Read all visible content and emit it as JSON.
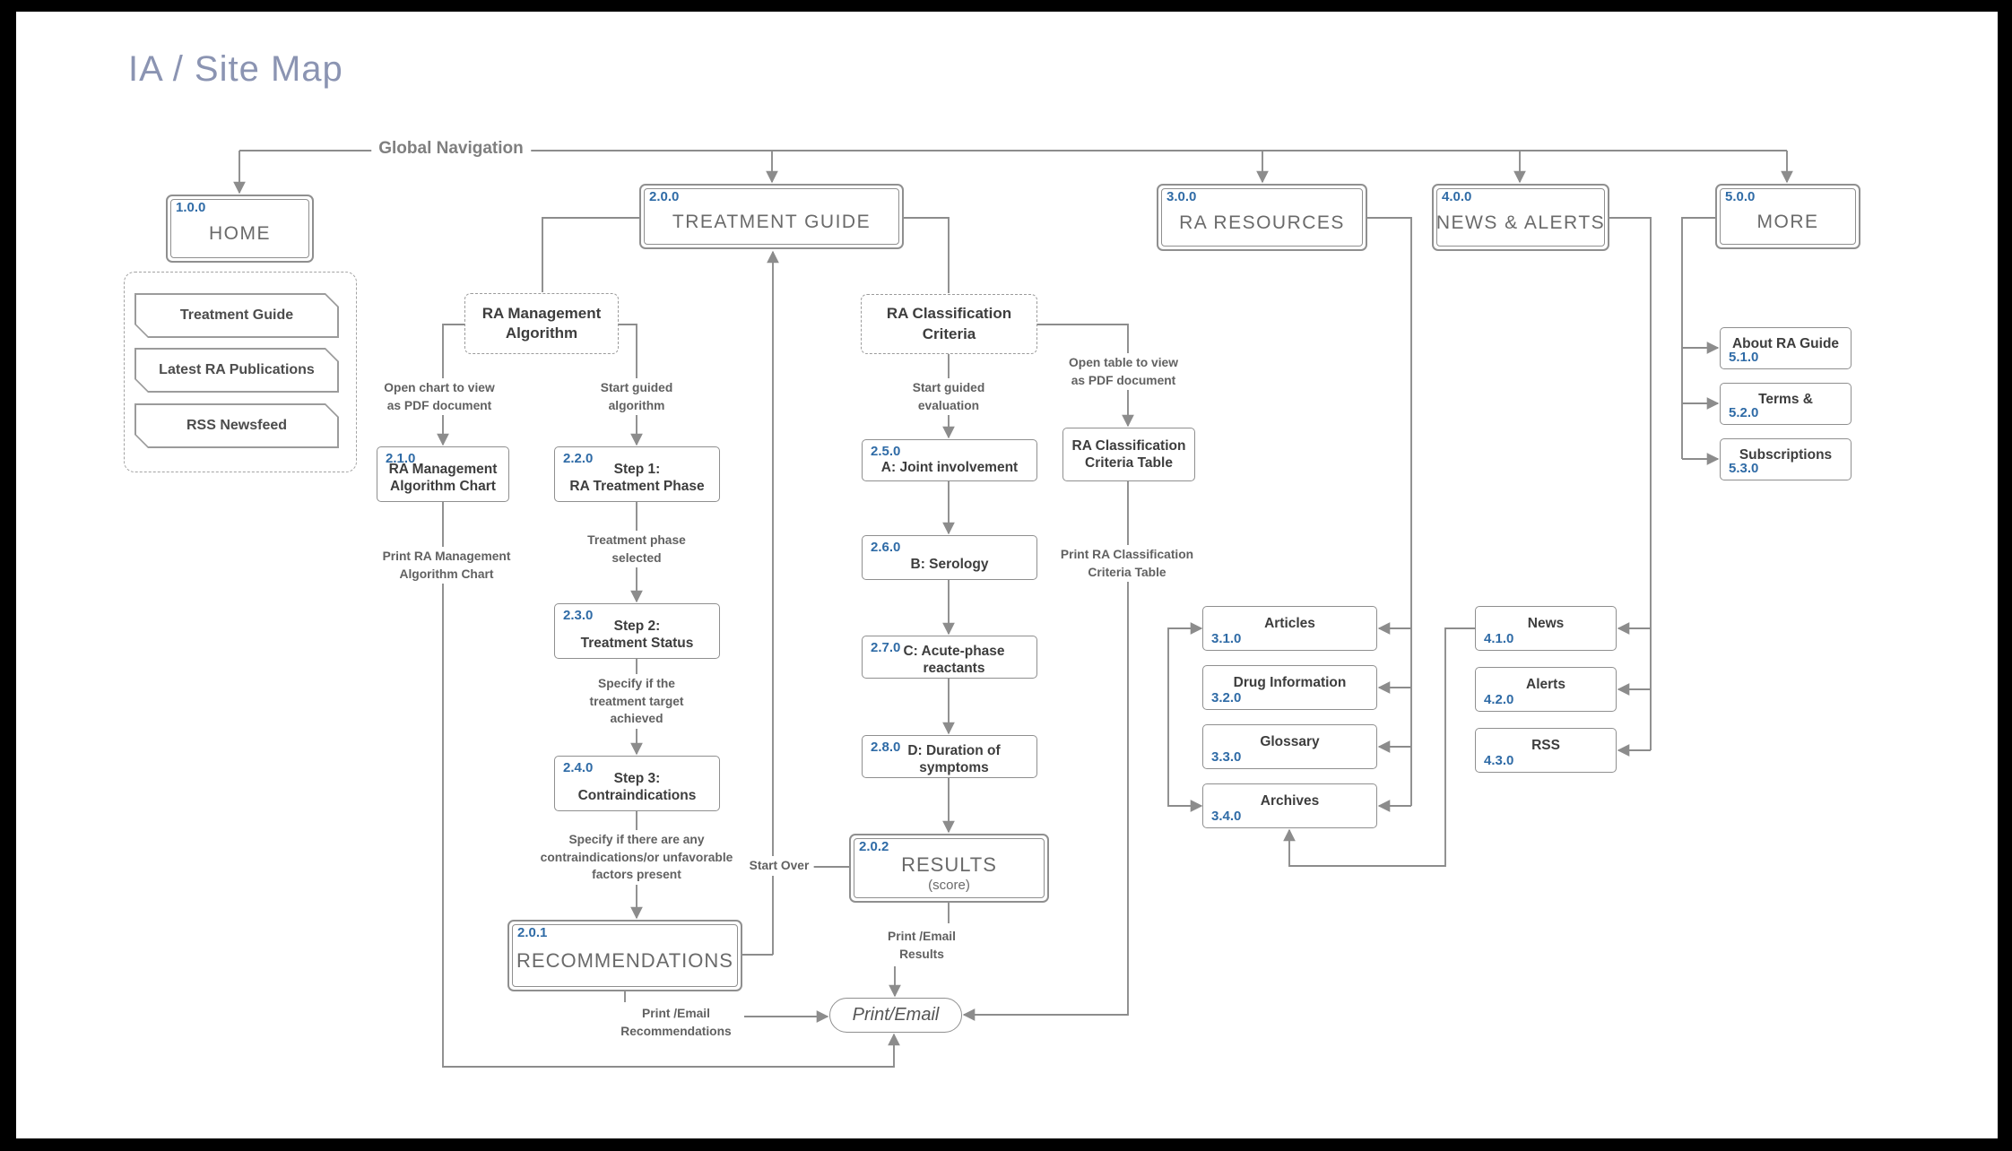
{
  "title": "IA / Site Map",
  "global_nav": "Global Navigation",
  "colors": {
    "accent_number_blue": "#2f6ba6",
    "line_gray": "#8c8c8c",
    "title_slate": "#8b94b2",
    "frame_black": "#000000"
  },
  "main_sections": {
    "home": {
      "num": "1.0.0",
      "label": "HOME"
    },
    "treatment_guide": {
      "num": "2.0.0",
      "label": "TREATMENT GUIDE"
    },
    "ra_resources": {
      "num": "3.0.0",
      "label": "RA RESOURCES"
    },
    "news_alerts": {
      "num": "4.0.0",
      "label": "NEWS & ALERTS"
    },
    "more": {
      "num": "5.0.0",
      "label": "MORE"
    }
  },
  "home_links": {
    "treatment_guide": "Treatment Guide",
    "latest_publications": "Latest RA Publications",
    "rss_newsfeed": "RSS Newsfeed"
  },
  "groups": {
    "ra_mgmt_algo": "RA Management\nAlgorithm",
    "ra_class_criteria": "RA  Classification\nCriteria"
  },
  "pages": {
    "p210": {
      "num": "2.1.0",
      "label": "RA Management\nAlgorithm Chart"
    },
    "p220": {
      "num": "2.2.0",
      "label": "Step 1:\nRA Treatment Phase"
    },
    "p230": {
      "num": "2.3.0",
      "label": "Step 2:\nTreatment Status"
    },
    "p240": {
      "num": "2.4.0",
      "label": "Step 3:\nContraindications"
    },
    "p201": {
      "num": "2.0.1",
      "label": "RECOMMENDATIONS"
    },
    "p250": {
      "num": "2.5.0",
      "label": "A: Joint involvement"
    },
    "p260": {
      "num": "2.6.0",
      "label": "B: Serology"
    },
    "p270": {
      "num": "2.7.0",
      "label": "C: Acute-phase\nreactants"
    },
    "p280": {
      "num": "2.8.0",
      "label": "D: Duration of\nsymptoms"
    },
    "p202": {
      "num": "2.0.2",
      "label": "RESULTS",
      "sublabel": "(score)"
    },
    "cc_table": {
      "label": "RA Classification\nCriteria Table"
    },
    "p310": {
      "num": "3.1.0",
      "label": "Articles"
    },
    "p320": {
      "num": "3.2.0",
      "label": "Drug Information"
    },
    "p330": {
      "num": "3.3.0",
      "label": "Glossary"
    },
    "p340": {
      "num": "3.4.0",
      "label": "Archives"
    },
    "p410": {
      "num": "4.1.0",
      "label": "News"
    },
    "p420": {
      "num": "4.2.0",
      "label": "Alerts"
    },
    "p430": {
      "num": "4.3.0",
      "label": "RSS"
    },
    "p510": {
      "num": "5.1.0",
      "label": "About RA Guide"
    },
    "p520": {
      "num": "5.2.0",
      "label": "Terms &"
    },
    "p530": {
      "num": "5.3.0",
      "label": "Subscriptions"
    }
  },
  "annotations": {
    "open_chart": "Open chart to view\nas PDF document",
    "start_algo": "Start guided\nalgorithm",
    "start_eval": "Start guided\nevaluation",
    "open_table": "Open table to view\nas PDF document",
    "phase_selected": "Treatment phase\nselected",
    "target_achieved": "Specify if the\ntreatment target\nachieved",
    "contraindications": "Specify if there are any\ncontraindications/or unfavorable\nfactors present",
    "print_chart": "Print RA Management\nAlgorithm Chart",
    "print_table": "Print RA Classification\nCriteria Table",
    "start_over": "Start Over",
    "print_results": "Print /Email\nResults",
    "print_recs": "Print /Email\nRecommendations"
  },
  "terminator": {
    "label": "Print/Email"
  }
}
